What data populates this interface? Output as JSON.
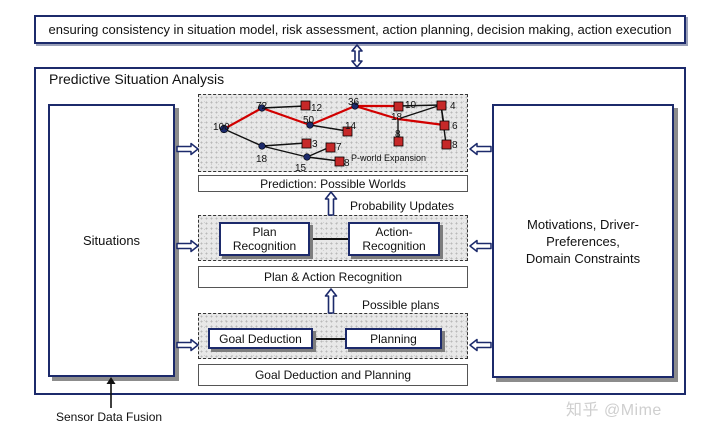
{
  "top_banner": "ensuring consistency in situation model, risk assessment, action planning, decision making, action execution",
  "outer_title": "Predictive Situation Analysis",
  "situations": "Situations",
  "motivations": [
    "Motivations, Driver-",
    "Preferences,",
    "Domain Constraints"
  ],
  "prediction": {
    "caption": "Prediction: Possible Worlds",
    "expansion_label": "P-world Expansion",
    "node_values": [
      "100",
      "72",
      "12",
      "50",
      "14",
      "18",
      "3",
      "7",
      "15",
      "8",
      "36",
      "10",
      "18",
      "8",
      "4",
      "6",
      "8"
    ]
  },
  "probability_updates": "Probability Updates",
  "plan_action": {
    "caption": "Plan & Action Recognition",
    "plan_recognition": [
      "Plan",
      "Recognition"
    ],
    "action_recognition": [
      "Action-",
      "Recognition"
    ]
  },
  "possible_plans": "Possible plans",
  "goal_planning": {
    "caption": "Goal Deduction and Planning",
    "goal_deduction": "Goal Deduction",
    "planning": "Planning"
  },
  "sensor_data_fusion": "Sensor Data Fusion",
  "watermark": "知乎 @Mime",
  "colors": {
    "frame": "#1c2a6b",
    "highlight_edge": "#d10000",
    "node_red": "#c62828"
  }
}
